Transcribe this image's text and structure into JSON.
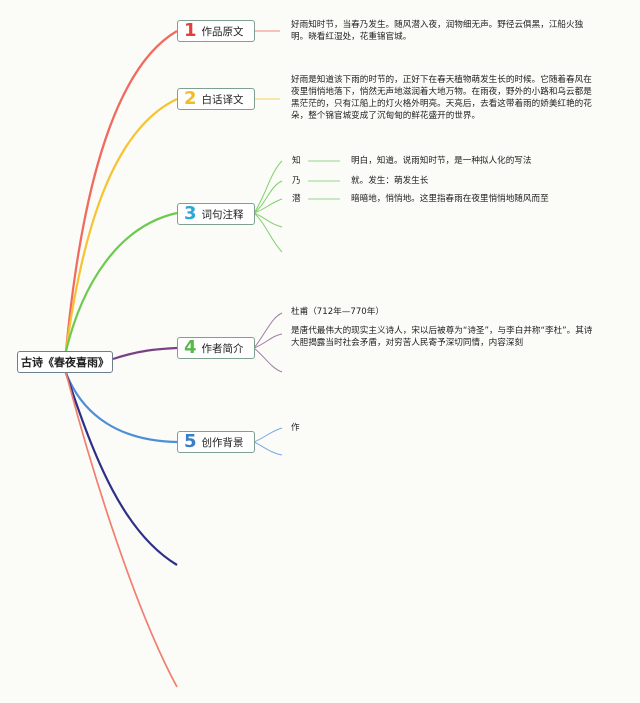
{
  "root": {
    "label": "古诗《春夜喜雨》"
  },
  "branches": [
    {
      "number": "1",
      "label": "作品原文",
      "text_lines": [
        "好雨知时节，当春乃发生。随风潜入夜，润物细无声。野径云俱黑，江船火独",
        "明。晓看红湿处，花重锦官城。"
      ]
    },
    {
      "number": "2",
      "label": "白话译文",
      "text_lines": [
        "好雨是知道该下雨的时节的，正好下在春天植物萌发生长的时候。它随着春风在",
        "夜里悄悄地落下，悄然无声地滋润着大地万物。在雨夜，野外的小路和乌云都是",
        "黑茫茫的，只有江船上的灯火格外明亮。天亮后，去看这带着雨的娇美红艳的花",
        "朵，整个锦官城变成了沉甸甸的鲜花盛开的世界。"
      ]
    },
    {
      "number": "3",
      "label": "词句注释",
      "notes": [
        {
          "term": "知",
          "definition": "明白，知道。说雨知时节，是一种拟人化的写法"
        },
        {
          "term": "乃",
          "definition": "就。发生：萌发生长"
        },
        {
          "term": "潜",
          "definition": "暗暗地，悄悄地。这里指春雨在夜里悄悄地随风而至"
        }
      ]
    },
    {
      "number": "4",
      "label": "作者简介",
      "author": "杜甫（712年—770年）",
      "text_lines": [
        "是唐代最伟大的现实主义诗人，宋以后被尊为“诗圣”，与李白并称“李杜”。其诗",
        "大胆揭露当时社会矛盾，对穷苦人民寄予深切同情，内容深刻"
      ]
    },
    {
      "number": "5",
      "label": "创作背景",
      "text": "作"
    }
  ],
  "colors": {
    "branch1": "#f06a5d",
    "branch2": "#f6c332",
    "branch3": "#6dca4f",
    "branch4": "#7b3f86",
    "branch5": "#4d8fd6",
    "branch6": "#2e2f86",
    "branch7": "#f17e6f"
  }
}
